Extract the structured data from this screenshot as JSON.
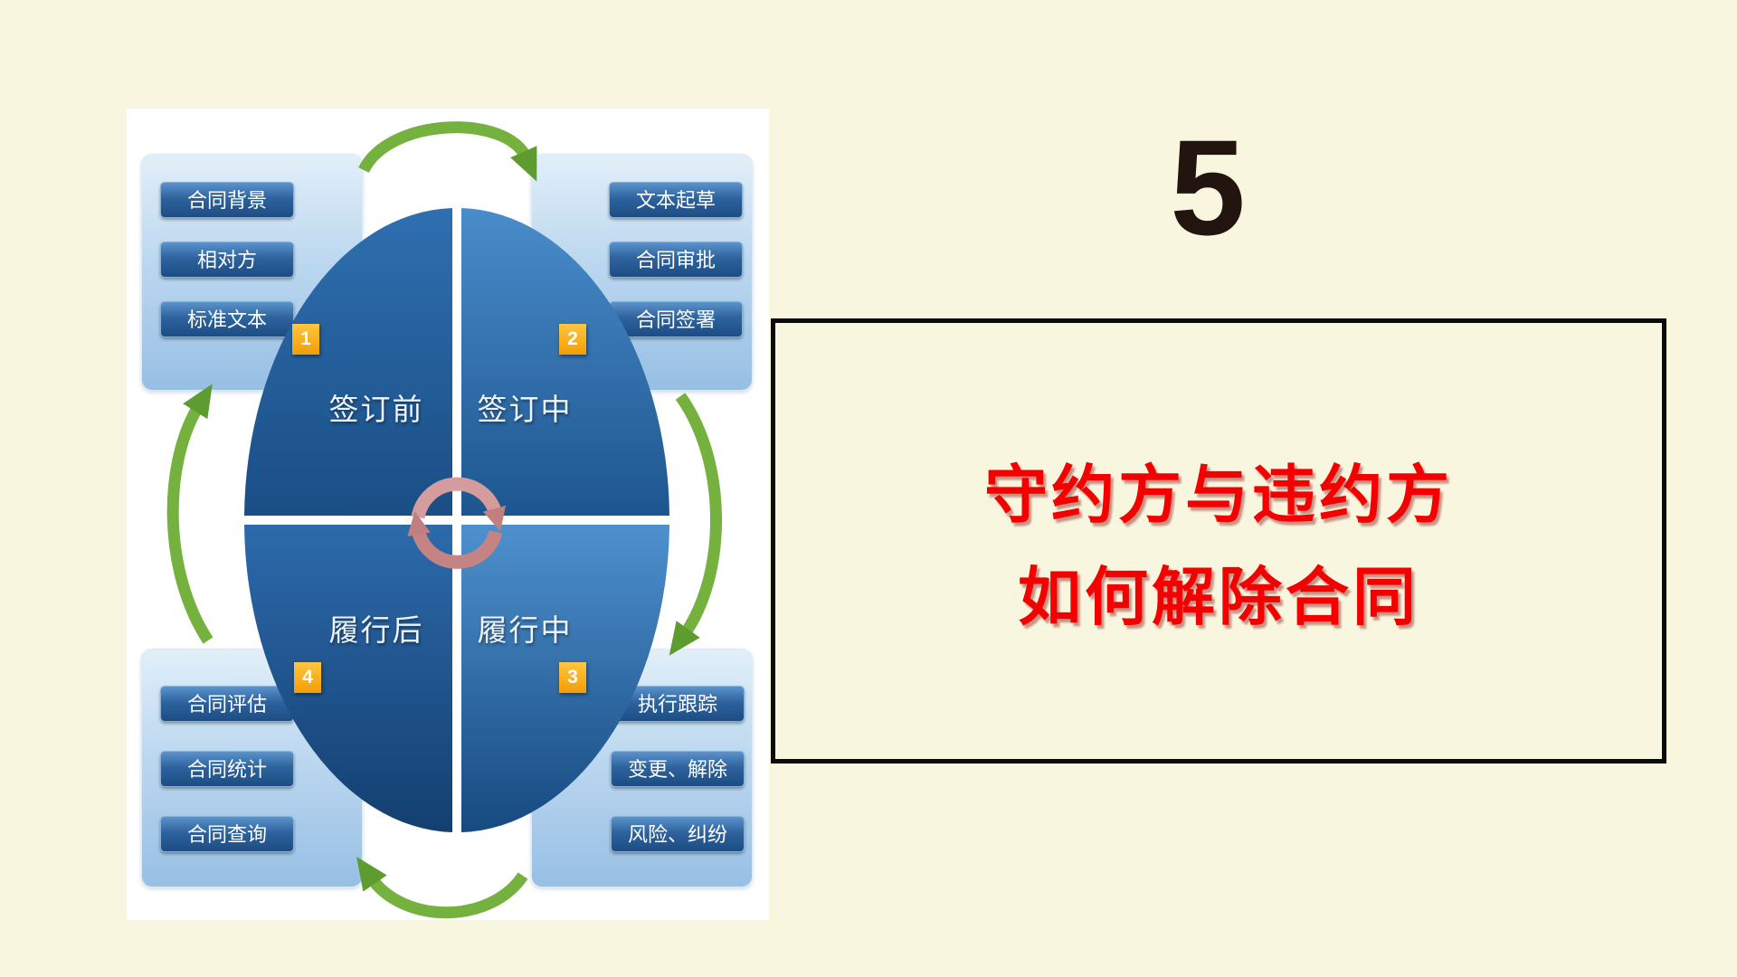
{
  "slide": {
    "background_color": "#F8F6DF",
    "slide_number": "5",
    "title": {
      "line1": "守约方与违约方",
      "line2": "如何解除合同",
      "color": "#F40000"
    }
  },
  "diagram": {
    "stages": [
      {
        "badge": "1",
        "label": "签订前"
      },
      {
        "badge": "2",
        "label": "签订中"
      },
      {
        "badge": "3",
        "label": "履行中"
      },
      {
        "badge": "4",
        "label": "履行后"
      }
    ],
    "panels": {
      "top_left": {
        "items": [
          "合同背景",
          "相对方",
          "标准文本"
        ]
      },
      "top_right": {
        "items": [
          "文本起草",
          "合同审批",
          "合同签署"
        ]
      },
      "bottom_right": {
        "items": [
          "执行跟踪",
          "变更、解除",
          "风险、纠纷"
        ]
      },
      "bottom_left": {
        "items": [
          "合同评估",
          "合同统计",
          "合同查询"
        ]
      }
    },
    "icons": {
      "outer_arrows": "clockwise-cycle-arrows",
      "center_icon": "refresh-cycle-icon"
    },
    "colors": {
      "quadrant_blue_light": "#4A8CCB",
      "quadrant_blue_dark": "#164A80",
      "panel_blue": "#BCD8F0",
      "badge_orange": "#F29E06",
      "arrow_green": "#74B13E",
      "center_arrow_rose": "#C98888",
      "diagram_background": "#FFFFFF"
    }
  }
}
